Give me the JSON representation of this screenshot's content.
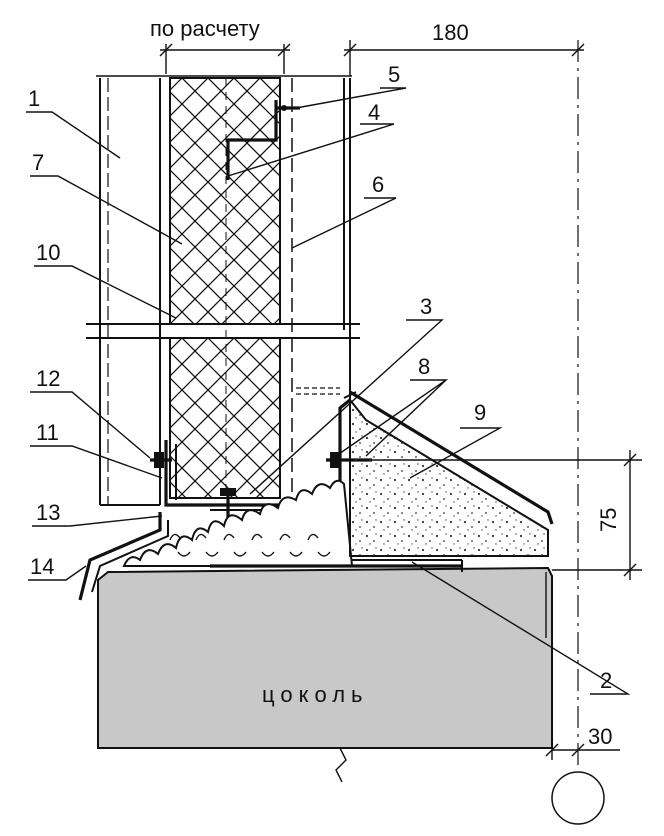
{
  "dimensions": {
    "top_left": "по расчету",
    "top_right": "180",
    "right_height": "75",
    "bottom_right": "30"
  },
  "plinth_label": "цоколь",
  "callouts": [
    {
      "id": "c1",
      "text": "1"
    },
    {
      "id": "c2",
      "text": "2"
    },
    {
      "id": "c3",
      "text": "3"
    },
    {
      "id": "c4",
      "text": "4"
    },
    {
      "id": "c5",
      "text": "5"
    },
    {
      "id": "c6",
      "text": "6"
    },
    {
      "id": "c7",
      "text": "7"
    },
    {
      "id": "c8",
      "text": "8"
    },
    {
      "id": "c9",
      "text": "9"
    },
    {
      "id": "c10",
      "text": "10"
    },
    {
      "id": "c11",
      "text": "11"
    },
    {
      "id": "c12",
      "text": "12"
    },
    {
      "id": "c13",
      "text": "13"
    },
    {
      "id": "c14",
      "text": "14"
    }
  ],
  "colors": {
    "line": "#111111",
    "plinth_fill": "#c8c8c8",
    "paper": "#ffffff"
  }
}
